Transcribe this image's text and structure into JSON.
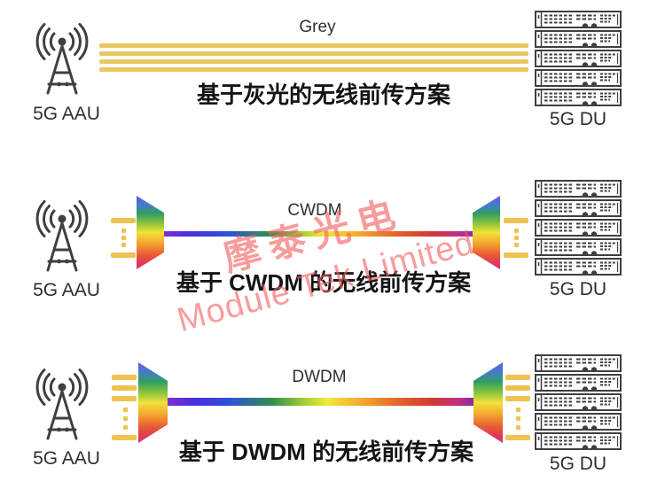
{
  "rows": [
    {
      "protocol": "Grey",
      "caption": "基于灰光的无线前传方案",
      "aau_label": "5G AAU",
      "du_label": "5G DU"
    },
    {
      "protocol": "CWDM",
      "caption": "基于 CWDM 的无线前传方案",
      "aau_label": "5G AAU",
      "du_label": "5G DU"
    },
    {
      "protocol": "DWDM",
      "caption": "基于 DWDM 的无线前传方案",
      "aau_label": "5G AAU",
      "du_label": "5G DU"
    }
  ],
  "watermark": {
    "line1": "摩泰光电",
    "line2": "Module Tek Limited"
  },
  "icons": {
    "antenna": "antenna-tower-icon",
    "server_stack": "du-server-stack-icon",
    "mux": "wdm-mux-prism-icon",
    "demux": "wdm-demux-prism-icon",
    "fiber_stub": "fiber-stub-icon"
  },
  "colors": {
    "grey_fiber": "#EAC661",
    "fiber_stub": "#EFC24F",
    "icon_dark": "#3F3F3F",
    "watermark_red": "#F25F5F",
    "caption_text": "#141414"
  }
}
